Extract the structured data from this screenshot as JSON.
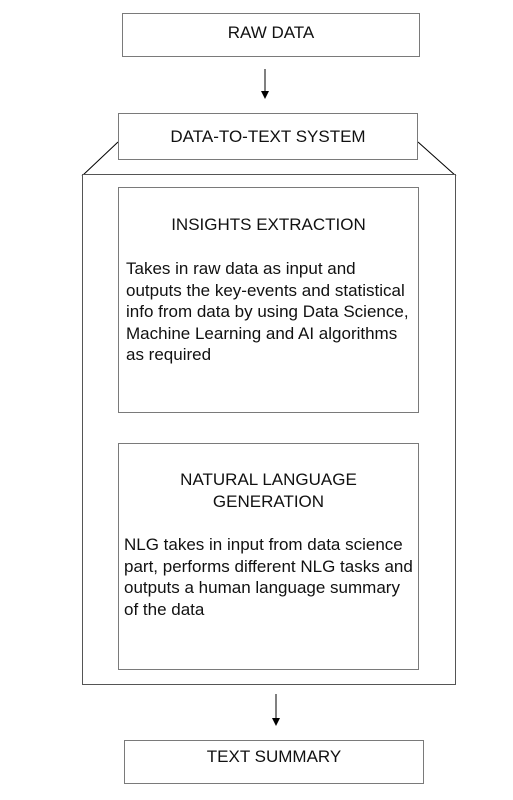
{
  "nodes": {
    "raw_data": {
      "label": "RAW DATA"
    },
    "system": {
      "label": "DATA-TO-TEXT SYSTEM"
    },
    "insights": {
      "label": "INSIGHTS EXTRACTION",
      "description": "Takes in raw data as input and outputs the key-events and statistical info from data by using Data Science, Machine Learning and AI algorithms as required"
    },
    "nlg": {
      "label": "NATURAL LANGUAGE GENERATION",
      "description": "NLG takes in input from data science part, performs different NLG tasks and outputs a human language summary of the data"
    },
    "summary": {
      "label": "TEXT SUMMARY"
    }
  },
  "colors": {
    "border": "#7a7a7a",
    "line": "#000000",
    "text": "#111111"
  }
}
